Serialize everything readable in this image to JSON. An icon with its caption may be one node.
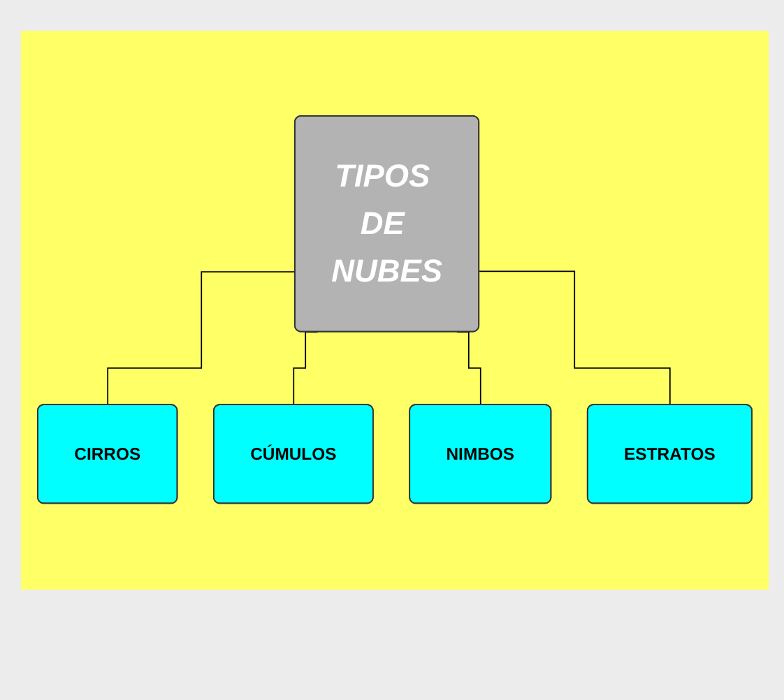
{
  "diagram": {
    "nodes": [
      {
        "text": [
          "TIPOS DE NUBES"
        ]
      },
      {
        "text": [
          "CIRROS"
        ]
      },
      {
        "text": [
          "CÚMULOS"
        ]
      },
      {
        "text": [
          "NIMBOS"
        ]
      },
      {
        "text": [
          "ESTRATOS"
        ]
      }
    ],
    "edges": [
      {
        "from": 0,
        "to": 1,
        "arrow": "none"
      },
      {
        "from": 0,
        "to": 2,
        "arrow": "none"
      },
      {
        "from": 0,
        "to": 3,
        "arrow": "none"
      },
      {
        "from": 0,
        "to": 4,
        "arrow": "none"
      }
    ]
  }
}
